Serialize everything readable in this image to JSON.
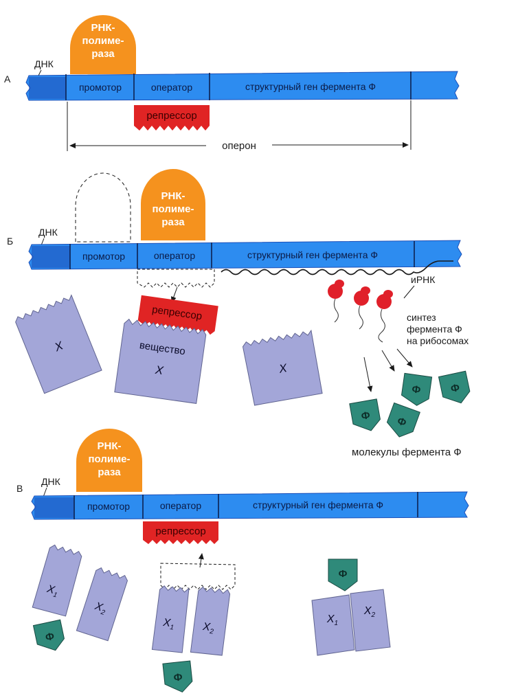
{
  "panels": {
    "a": {
      "letter": "А",
      "dna_label": "ДНК",
      "polymerase": [
        "РНК-",
        "полиме-",
        "раза"
      ],
      "segments": {
        "promoter": "промотор",
        "operator": "оператор",
        "gene": "структурный ген фермента Ф"
      },
      "repressor": "репрессор",
      "operon": "оперон"
    },
    "b": {
      "letter": "Б",
      "dna_label": "ДНК",
      "polymerase": [
        "РНК-",
        "полиме-",
        "раза"
      ],
      "segments": {
        "promoter": "промотор",
        "operator": "оператор",
        "gene": "структурный ген фермента Ф"
      },
      "repressor": "репрессор",
      "substance": [
        "вещество",
        "Х"
      ],
      "x_label": "Х",
      "mrna": "иРНК",
      "synthesis": [
        "синтез",
        "фермента Ф",
        "на рибосомах"
      ],
      "enzyme_symbol": "Ф",
      "enzyme_molecules": "молекулы фермента Ф"
    },
    "c": {
      "letter": "В",
      "dna_label": "ДНК",
      "polymerase": [
        "РНК-",
        "полиме-",
        "раза"
      ],
      "segments": {
        "promoter": "промотор",
        "operator": "оператор",
        "gene": "структурный ген фермента Ф"
      },
      "repressor": "репрессор",
      "x1": "Х",
      "x2": "Х",
      "sub1": "1",
      "sub2": "2",
      "enzyme_symbol": "Ф"
    }
  },
  "colors": {
    "dna": "#2d8cf0",
    "dna_dark": "#1c4fb8",
    "polymerase": "#f5921e",
    "repressor": "#e02424",
    "substance": "#a3a6d8",
    "enzyme": "#2f8a7a",
    "ribosome": "#e0202a"
  }
}
